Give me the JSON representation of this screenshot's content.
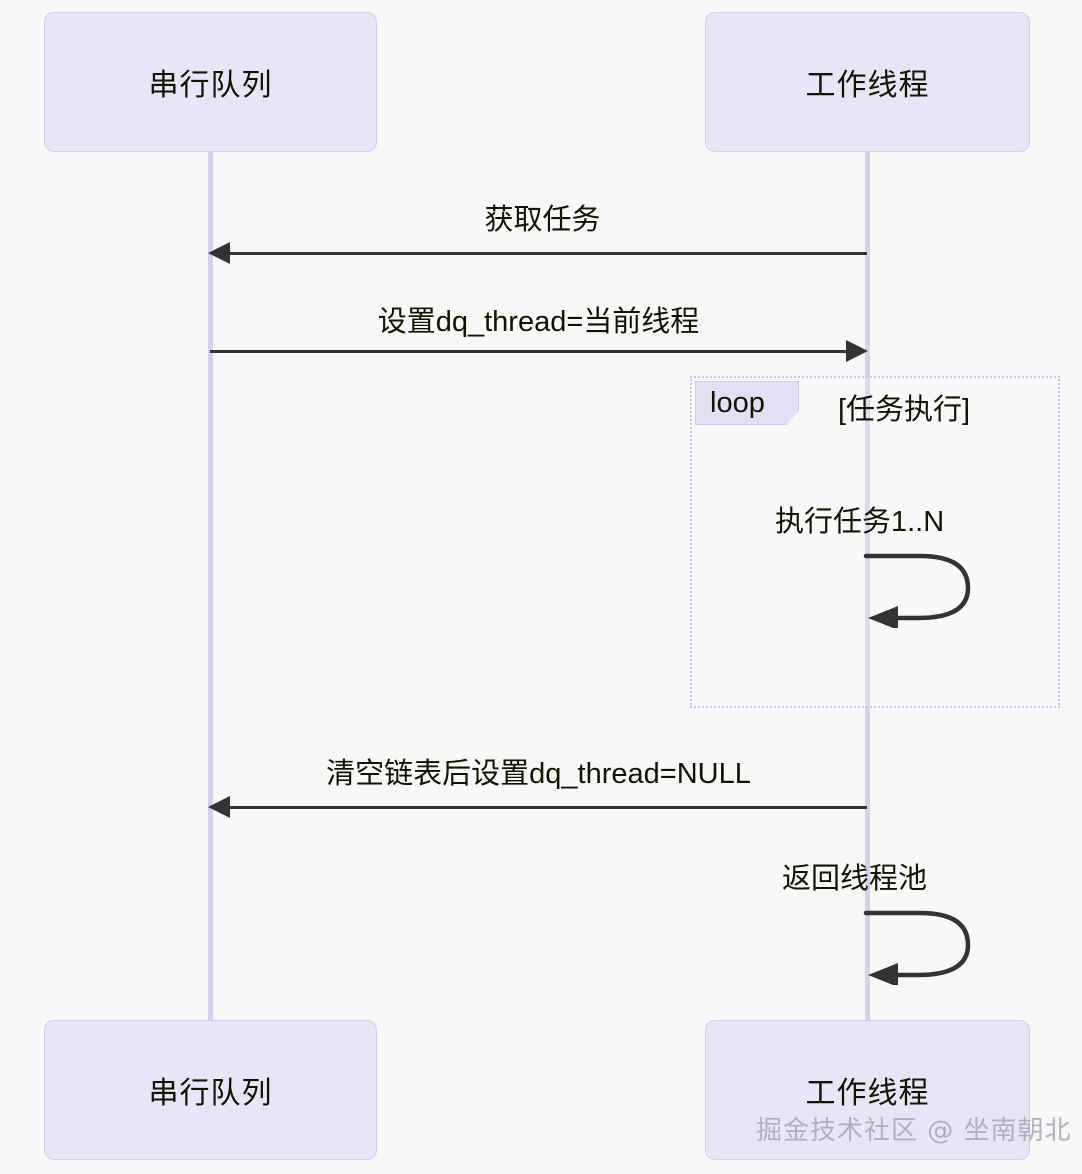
{
  "diagram": {
    "type": "sequence-diagram",
    "background_color": "#f8f8f8",
    "participant_fill": "#e8e5f8",
    "participant_border": "#d3cdf0",
    "lifeline_color": "#d5d0f0",
    "arrow_color": "#333333",
    "loop_border_color": "#c9c2ee",
    "text_color": "#131300"
  },
  "participants": [
    {
      "id": "serial-queue",
      "label": "串行队列"
    },
    {
      "id": "worker-thread",
      "label": "工作线程"
    }
  ],
  "messages": [
    {
      "id": "m1",
      "label": "获取任务",
      "from": "worker-thread",
      "to": "serial-queue",
      "direction": "left",
      "style": "solid"
    },
    {
      "id": "m2",
      "label": "设置dq_thread=当前线程",
      "from": "serial-queue",
      "to": "worker-thread",
      "direction": "right",
      "style": "solid"
    },
    {
      "id": "m3",
      "label": "清空链表后设置dq_thread=NULL",
      "from": "worker-thread",
      "to": "serial-queue",
      "direction": "left",
      "style": "solid"
    }
  ],
  "loop": {
    "keyword": "loop",
    "condition": "[任务执行]",
    "self_message": {
      "id": "self1",
      "label": "执行任务1..N",
      "on": "worker-thread"
    }
  },
  "self_messages": [
    {
      "id": "self2",
      "label": "返回线程池",
      "on": "worker-thread"
    }
  ],
  "watermark": {
    "text": "掘金技术社区 @ 坐南朝北"
  }
}
